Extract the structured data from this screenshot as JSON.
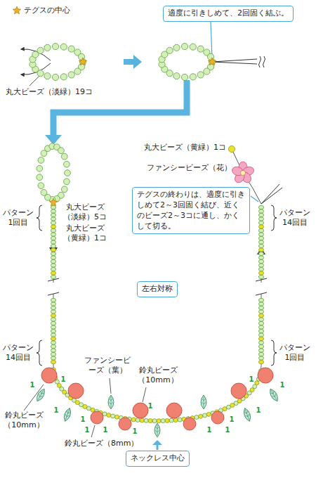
{
  "diagram": {
    "nodes": [
      {
        "text": [
          "適度に引きしめて、2回固く結ぶ。"
        ]
      },
      {
        "text": [
          "テグスの終わりは、適度に引きしめて2～3回固く結び、近くのビーズ2～3コに通し、かくして切る。"
        ]
      },
      {
        "text": [
          "左右対称"
        ]
      },
      {
        "text": [
          "ネックレス中心"
        ]
      }
    ],
    "labels": [
      "テグスの中心",
      "丸大ビーズ（淡緑）19コ",
      "丸大ビーズ（黄緑）1コ",
      "ファンシービーズ（花）",
      "丸大ビーズ（淡緑）5コ",
      "丸大ビーズ（黄緑）1コ",
      "パターン 1回目",
      "パターン 14回目",
      "パターン 14回目",
      "パターン 1回目",
      "ファンシービーズ（葉）",
      "鈴丸ビーズ（10mm）",
      "鈴丸ビーズ（10mm）",
      "鈴丸ビーズ（8mm）",
      "1",
      "1",
      "1",
      "1",
      "1",
      "1",
      "1",
      "1",
      "1",
      "1",
      "1",
      "1",
      "1",
      "1"
    ]
  }
}
